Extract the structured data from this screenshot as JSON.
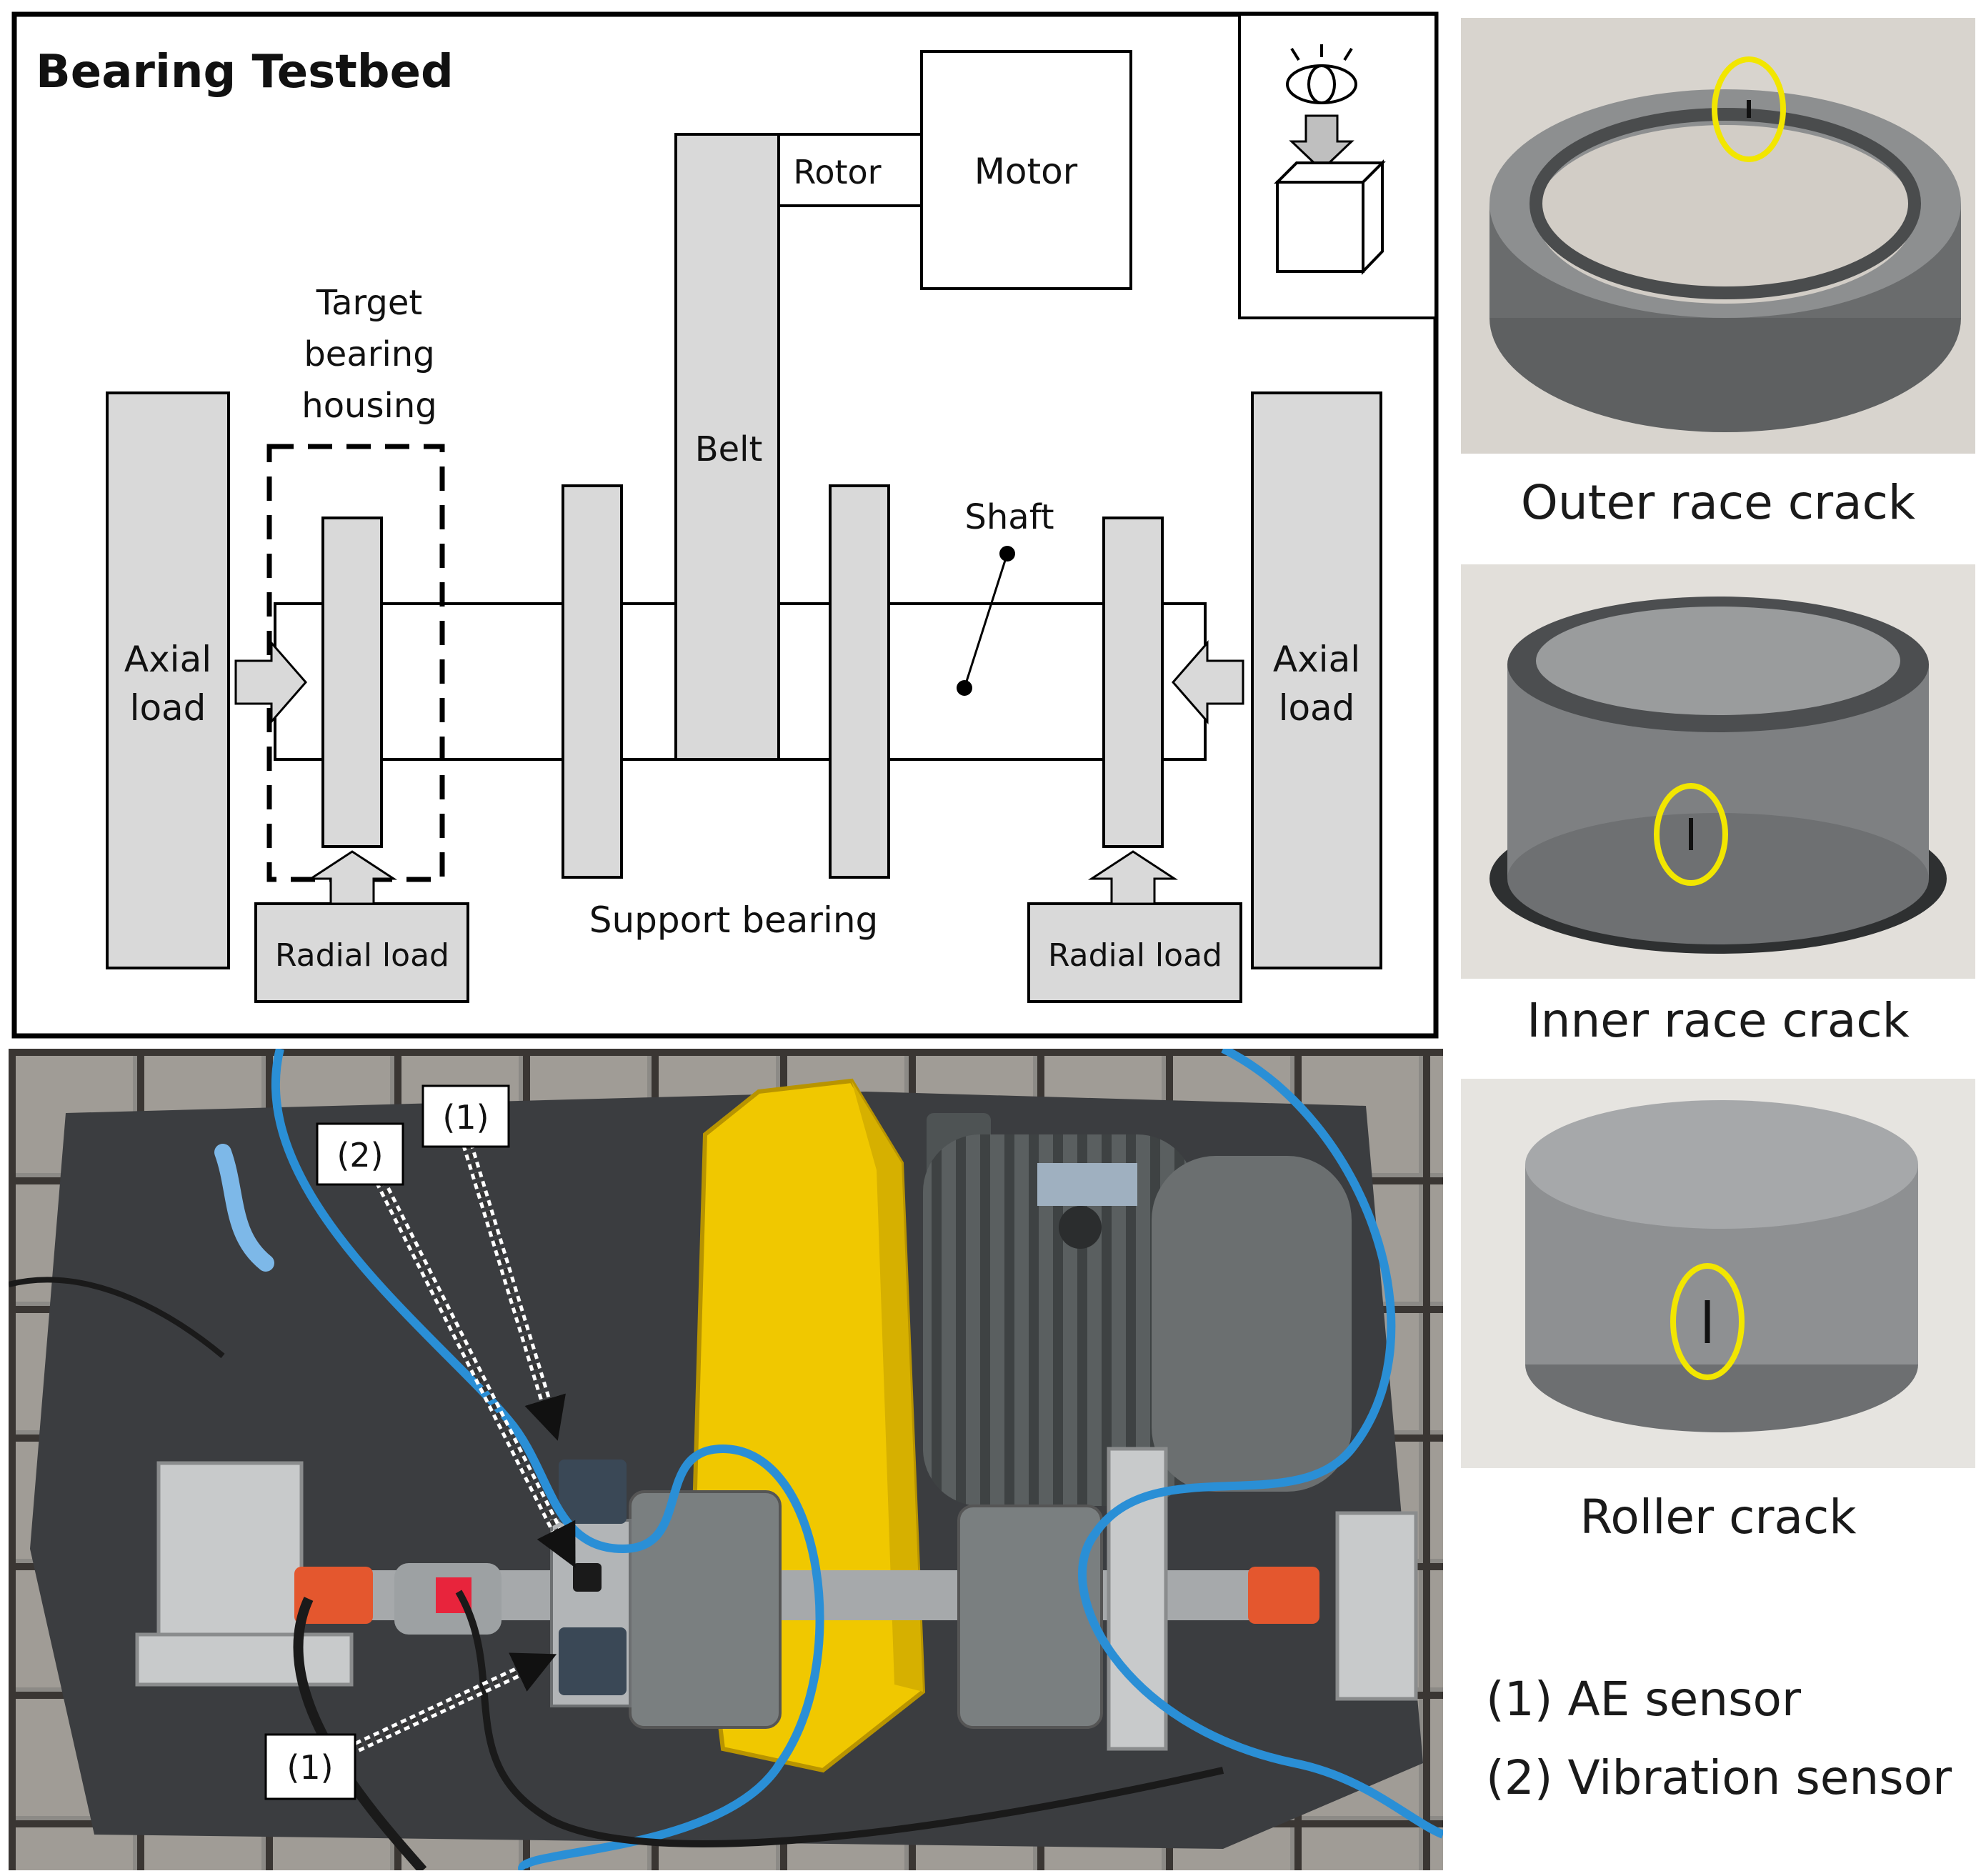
{
  "diagram": {
    "title": "Bearing Testbed",
    "labels": {
      "rotor": "Rotor",
      "motor": "Motor",
      "belt": "Belt",
      "shaft": "Shaft",
      "target_line1": "Target",
      "target_line2": "bearing",
      "target_line3": "housing",
      "axial_left_line1": "Axial",
      "axial_left_line2": "load",
      "axial_right_line1": "Axial",
      "axial_right_line2": "load",
      "radial_left": "Radial load",
      "radial_right": "Radial load",
      "support": "Support bearing"
    },
    "icon": "eye-inspection-icon"
  },
  "photo": {
    "callouts": {
      "top_1": "(1)",
      "top_2": "(2)",
      "bottom_1": "(1)"
    }
  },
  "samples": [
    {
      "caption": "Outer race crack"
    },
    {
      "caption": "Inner race crack"
    },
    {
      "caption": "Roller crack"
    }
  ],
  "legend": {
    "line1": "(1) AE sensor",
    "line2": "(2) Vibration sensor"
  },
  "colors": {
    "block_fill": "#d9d9d9",
    "highlight": "#f2e600",
    "guard": "#f0c800",
    "hose": "#2a8fd6"
  }
}
